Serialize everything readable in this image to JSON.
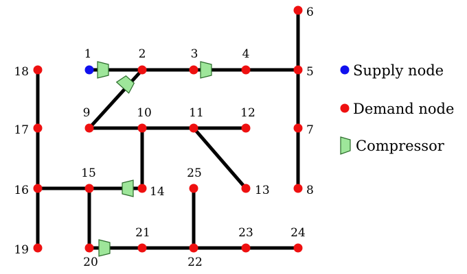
{
  "colors": {
    "supply": "#1010ee",
    "demand": "#ee1010",
    "compressor": "#9ee69a",
    "edge": "#000000"
  },
  "legend": {
    "supply": "Supply node",
    "demand": "Demand node",
    "compressor": "Compressor"
  },
  "nodes": [
    {
      "id": "1",
      "type": "supply"
    },
    {
      "id": "2",
      "type": "demand"
    },
    {
      "id": "3",
      "type": "demand"
    },
    {
      "id": "4",
      "type": "demand"
    },
    {
      "id": "5",
      "type": "demand"
    },
    {
      "id": "6",
      "type": "demand"
    },
    {
      "id": "7",
      "type": "demand"
    },
    {
      "id": "8",
      "type": "demand"
    },
    {
      "id": "9",
      "type": "demand"
    },
    {
      "id": "10",
      "type": "demand"
    },
    {
      "id": "11",
      "type": "demand"
    },
    {
      "id": "12",
      "type": "demand"
    },
    {
      "id": "13",
      "type": "demand"
    },
    {
      "id": "14",
      "type": "demand"
    },
    {
      "id": "15",
      "type": "demand"
    },
    {
      "id": "16",
      "type": "demand"
    },
    {
      "id": "17",
      "type": "demand"
    },
    {
      "id": "18",
      "type": "demand"
    },
    {
      "id": "19",
      "type": "demand"
    },
    {
      "id": "20",
      "type": "demand"
    },
    {
      "id": "21",
      "type": "demand"
    },
    {
      "id": "22",
      "type": "demand"
    },
    {
      "id": "23",
      "type": "demand"
    },
    {
      "id": "24",
      "type": "demand"
    },
    {
      "id": "25",
      "type": "demand"
    }
  ],
  "edges": [
    [
      "1",
      "2"
    ],
    [
      "2",
      "3"
    ],
    [
      "3",
      "4"
    ],
    [
      "4",
      "5"
    ],
    [
      "5",
      "6"
    ],
    [
      "5",
      "7"
    ],
    [
      "7",
      "8"
    ],
    [
      "2",
      "9"
    ],
    [
      "9",
      "10"
    ],
    [
      "10",
      "11"
    ],
    [
      "11",
      "12"
    ],
    [
      "11",
      "13"
    ],
    [
      "10",
      "14"
    ],
    [
      "14",
      "15"
    ],
    [
      "15",
      "16"
    ],
    [
      "16",
      "17"
    ],
    [
      "17",
      "18"
    ],
    [
      "16",
      "19"
    ],
    [
      "15",
      "20"
    ],
    [
      "20",
      "21"
    ],
    [
      "21",
      "22"
    ],
    [
      "22",
      "23"
    ],
    [
      "23",
      "24"
    ],
    [
      "22",
      "25"
    ]
  ],
  "compressors": [
    {
      "edge": [
        "1",
        "2"
      ]
    },
    {
      "edge": [
        "2",
        "9"
      ]
    },
    {
      "edge": [
        "3",
        "4"
      ]
    },
    {
      "edge": [
        "14",
        "15"
      ]
    },
    {
      "edge": [
        "20",
        "21"
      ]
    }
  ]
}
